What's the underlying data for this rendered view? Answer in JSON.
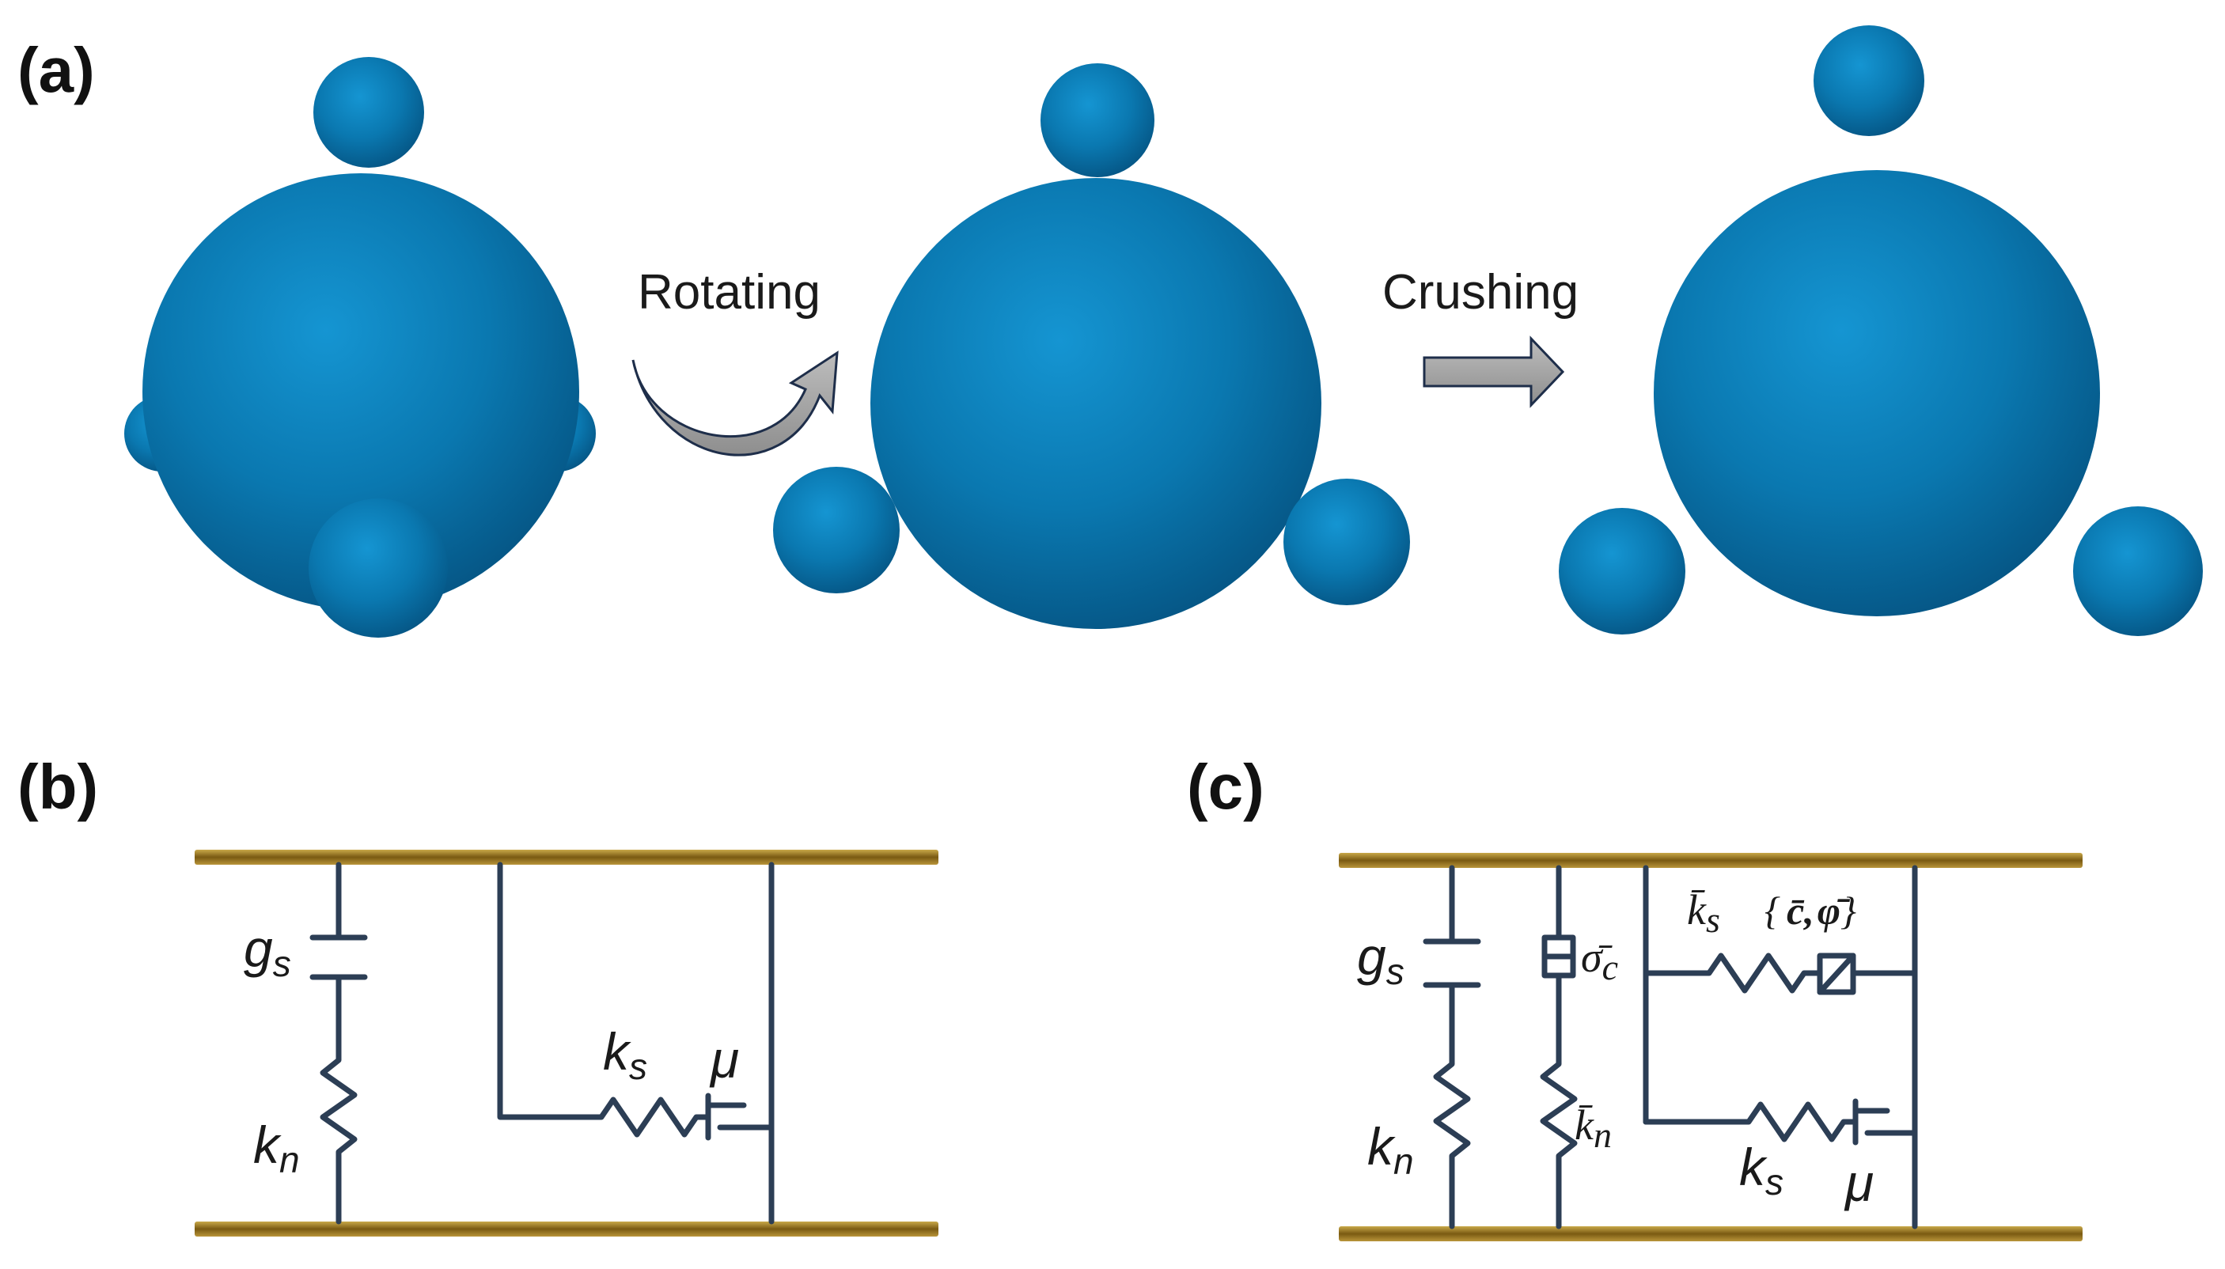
{
  "panels": {
    "a": {
      "label": "(a)",
      "step1": "Rotating",
      "step2": "Crushing"
    },
    "b": {
      "label": "(b)",
      "gs": "g",
      "gs_sub": "s",
      "kn": "k",
      "kn_sub": "n",
      "ks": "k",
      "ks_sub": "s",
      "mu": "μ"
    },
    "c": {
      "label": "(c)",
      "gs": "g",
      "gs_sub": "s",
      "kn": "k",
      "kn_sub": "n",
      "ks": "k",
      "ks_sub": "s",
      "mu": "μ",
      "sigma_bar": "σ̄",
      "sigma_sub": "c",
      "kbar_n": "k̄",
      "kbar_n_sub": "n",
      "kbar_s": "k̄",
      "kbar_s_sub": "s",
      "brace_open": "{",
      "c_bar": "c̄",
      "comma": ",",
      "phi_bar": "φ̄",
      "brace_close": "}"
    }
  },
  "colors": {
    "sphere": "#0a78b0",
    "plate": "#8a6a1c",
    "wire": "#2c3e55",
    "arrow": "#a8a8a8"
  }
}
